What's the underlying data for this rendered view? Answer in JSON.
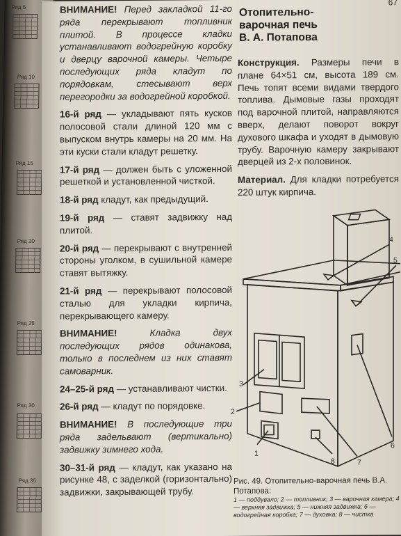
{
  "page_number": "67",
  "left_strip": {
    "labels": [
      "Ряд 5",
      "Ряд 10",
      "Ряд 15",
      "Ряд 20",
      "Ряд 25",
      "Ряд 30",
      "Ряд 35"
    ]
  },
  "left_column": {
    "p1_warn": "ВНИМАНИЕ!",
    "p1_text": " Перед закладкой 11-го ряда перекрывают топливник плитой. В процессе кладки устанавливают водогрейную коробку и дверцу варочной камеры. Четыре последующих ряда кладут по порядовкам, стесывают верх перегородки за водогрейной коробкой.",
    "r16_head": "16-й ряд",
    "r16_text": " — укладывают пять кусков полосовой стали длиной 120 мм с выпуском внутрь камеры на 20 мм. На эти куски стали кладут решетку.",
    "r17_head": "17-й ряд",
    "r17_text": " — должен быть с уложенной решеткой и установленной чисткой.",
    "r18_head": "18-й ряд",
    "r18_text": " кладут, как предыдущий.",
    "r19_head": "19-й ряд",
    "r19_text": " — ставят задвижку над плитой.",
    "r20_head": "20-й ряд",
    "r20_text": " — перекрывают с внутренней стороны уголком, в сушильной камере ставят вытяжку.",
    "r21_head": "21-й ряд",
    "r21_text": " — перекрывают полосовой сталью для укладки кирпича, перекрывающего камеру.",
    "p2_warn": "ВНИМАНИЕ!",
    "p2_text": " Кладка двух последующих рядов одинакова, только в последнем из них ставят самоварник.",
    "r2425_head": "24–25-й ряд",
    "r2425_text": " — устанавливают чистки.",
    "r26_head": "26-й ряд",
    "r26_text": " — кладут по порядовке.",
    "p3_warn": "ВНИМАНИЕ!",
    "p3_text": " В последующие три ряда задельвают (вертикально) задвижку зимнего хода.",
    "r3031_head": "30–31-й ряд",
    "r3031_text": " — кладут, как указано на рисунке 48, с заделкой (горизонтально) задвижки, закрывающей трубу."
  },
  "right_column": {
    "title_line1": "Отопительно-",
    "title_line2": "варочная печь",
    "title_author": "В. А. Потапова",
    "construction_head": "Конструкция.",
    "construction_text": " Размеры печи в плане 64×51 см, высота 189 см. Печь топят всеми видами твердого топлива. Дымовые газы проходят под варочной плитой, направляются вверх, делают поворот вокруг духового шкафа и уходят в дымовую трубу. Варочную камеру закрывают дверцей из 2-х половинок.",
    "material_head": "Материал.",
    "material_text": " Для кладки потребуется 220 штук кирпича."
  },
  "figure": {
    "labels": [
      "1",
      "2",
      "3",
      "4",
      "5",
      "6",
      "7",
      "8"
    ]
  },
  "caption": {
    "title": "Рис. 49. Отопительно-варочная печь В.А. Потапова:",
    "legend": "1 — поддувало; 2 — топливник; 3 — варочная камера; 4 — верхняя задвижка; 5 — нижняя задвижка; 6 — водогрейная коробка; 7 — духовка; 8 — чистка"
  }
}
